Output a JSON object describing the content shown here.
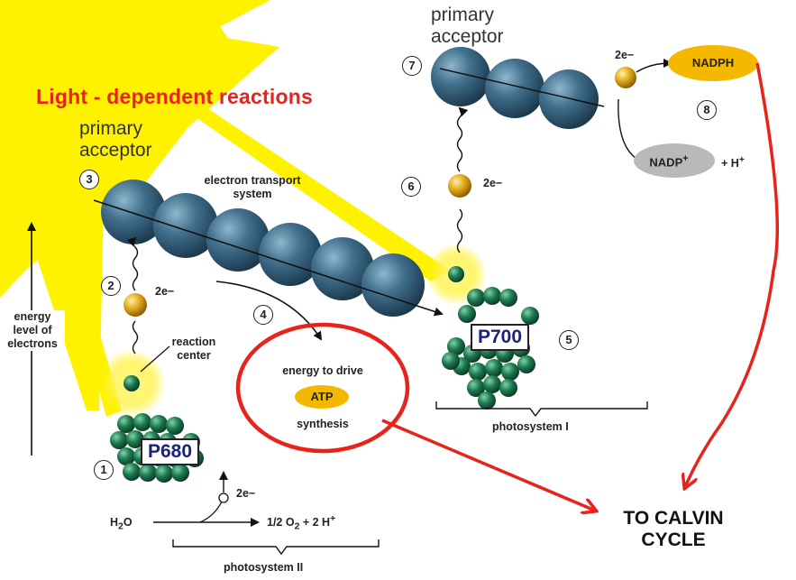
{
  "title": "Light - dependent reactions",
  "primary_acceptor_left": [
    "primary",
    "acceptor"
  ],
  "primary_acceptor_right": [
    "primary",
    "acceptor"
  ],
  "electron_transport_system": [
    "electron transport",
    "system"
  ],
  "energy_level_label": [
    "energy",
    "level of",
    "electrons"
  ],
  "reaction_center_label": [
    "reaction",
    "center"
  ],
  "energy_to_drive": "energy to drive",
  "atp": "ATP",
  "synthesis": "synthesis",
  "p680": "P680",
  "p700": "P700",
  "nadph": "NADPH",
  "nadp": "NADP",
  "nadp_sup": "+",
  "h_plus": "+ H",
  "h_plus_sup": "+",
  "electrons": "2e−",
  "water": "H",
  "water_sub": "2",
  "water_o": "O",
  "oxygen_prefix": "1/2 O",
  "oxygen_sub": "2",
  "oxygen_suffix": " + 2 H",
  "oxygen_sup": "+",
  "photosystem_ii": "photosystem II",
  "photosystem_i": "photosystem I",
  "to_calvin": [
    "TO CALVIN",
    "CYCLE"
  ],
  "steps": [
    "1",
    "2",
    "3",
    "4",
    "5",
    "6",
    "7",
    "8"
  ],
  "colors": {
    "sunlight": "#fff200",
    "title_red": "#e8231c",
    "arrow_red": "#e8231c",
    "sphere_blue": "#3f6f8c",
    "electron_gold": "#e0a81a",
    "chlorophyll_green": "#1f7a52",
    "nadph_fill": "#f5b800",
    "nadp_fill": "#b9b9b9"
  }
}
